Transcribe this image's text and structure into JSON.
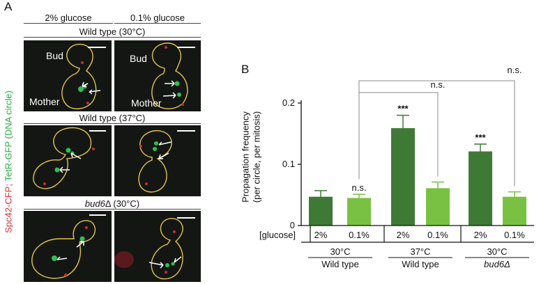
{
  "panel_a": {
    "label": "A",
    "columns": [
      "2% glucose",
      "0.1% glucose"
    ],
    "sections": [
      "Wild type (30°C)",
      "Wild type (37°C)",
      "bud6Δ (30°C)"
    ],
    "section3_italic": "bud6",
    "section3_rest": "Δ (30°C)",
    "ylabel_red": "Spc42-CFP;",
    "ylabel_green": "TetR-GFP (DNA circle)",
    "image_labels": {
      "bud": "Bud",
      "mother": "Mother"
    },
    "colors": {
      "red_channel": "#d8333b",
      "green_channel": "#2aa84a",
      "outline": "#e3c64a"
    }
  },
  "panel_b": {
    "label": "B",
    "ylabel_line1": "Propagation frequency",
    "ylabel_line2": "(per circle, per mitosis)",
    "row_label": "[glucose]",
    "group_labels": [
      {
        "temp": "30°C",
        "strain": "Wild type"
      },
      {
        "temp": "37°C",
        "strain": "Wild type"
      },
      {
        "temp": "30°C",
        "strain": "bud6Δ"
      }
    ],
    "annotations": {
      "ns": "n.s.",
      "sig": "***"
    },
    "colors": {
      "dark": "#3e7a36",
      "light": "#79c142"
    }
  },
  "chart_data": {
    "type": "bar",
    "categories": [
      "2%",
      "0.1%",
      "2%",
      "0.1%",
      "2%",
      "0.1%"
    ],
    "groups": [
      "30°C Wild type",
      "37°C Wild type",
      "30°C bud6Δ"
    ],
    "values": [
      0.047,
      0.045,
      0.159,
      0.061,
      0.121,
      0.047
    ],
    "errors": [
      0.01,
      0.006,
      0.021,
      0.01,
      0.012,
      0.008
    ],
    "yticks": [
      0,
      0.1,
      0.2
    ],
    "ylim": [
      0,
      0.2
    ],
    "ylabel": "Propagation frequency (per circle, per mitosis)",
    "bar_annotations": [
      "",
      "n.s.",
      "***",
      "",
      "***",
      ""
    ],
    "comparisons": [
      {
        "from": 1,
        "to": 3,
        "label": "n.s."
      },
      {
        "from": 1,
        "to": 5,
        "label": "n.s."
      }
    ]
  }
}
